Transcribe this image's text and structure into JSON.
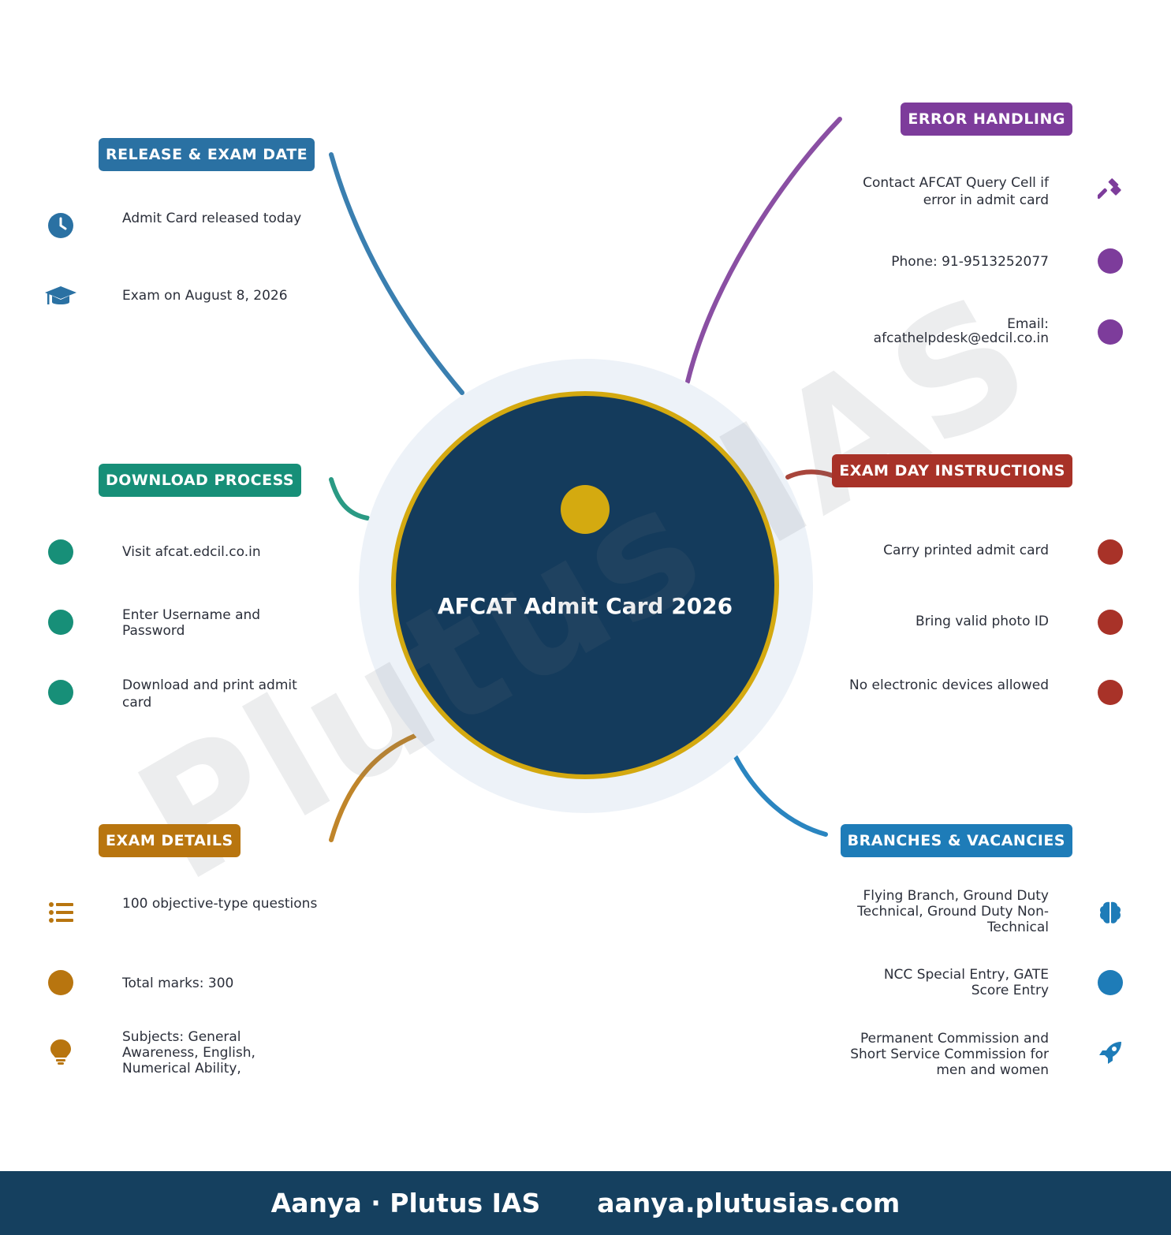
{
  "title": "AFCAT Admit Card 2026",
  "watermark": "Plutus IAS",
  "colors": {
    "hub_fill": "#143b5c",
    "hub_ring": "#d4a910",
    "halo": "#edf2f8",
    "release": "#2a71a3",
    "download": "#178f78",
    "exam_details": "#b8750f",
    "error": "#7d3c9b",
    "instructions": "#a83228",
    "branches": "#1e7cb8",
    "footer": "#15405f"
  },
  "sections": {
    "release": {
      "label": "RELEASE & EXAM DATE",
      "items": [
        {
          "text": "Admit Card released today",
          "icon": "clock-icon"
        },
        {
          "text": "Exam on August 8, 2026",
          "icon": "graduation-cap-icon"
        }
      ]
    },
    "download": {
      "label": "DOWNLOAD PROCESS",
      "items": [
        {
          "text": "Visit afcat.edcil.co.in",
          "icon": "dot-icon"
        },
        {
          "text": "Enter Username and Password",
          "icon": "dot-icon"
        },
        {
          "text": "Download and print admit card",
          "icon": "dot-icon"
        }
      ]
    },
    "exam_details": {
      "label": "EXAM DETAILS",
      "items": [
        {
          "text": "100 objective-type questions",
          "icon": "list-icon"
        },
        {
          "text": "Total marks: 300",
          "icon": "dot-icon"
        },
        {
          "text": "Subjects: General Awareness, English, Numerical Ability,",
          "icon": "lightbulb-icon"
        }
      ]
    },
    "error": {
      "label": "ERROR HANDLING",
      "items": [
        {
          "text": "Contact AFCAT Query Cell if error in admit card",
          "icon": "gavel-icon"
        },
        {
          "text": "Phone: 91-9513252077",
          "icon": "dot-icon"
        },
        {
          "text": "Email: afcathelpdesk@edcil.co.in",
          "icon": "dot-icon"
        }
      ]
    },
    "instructions": {
      "label": "EXAM DAY INSTRUCTIONS",
      "items": [
        {
          "text": "Carry printed admit card",
          "icon": "dot-icon"
        },
        {
          "text": "Bring valid photo ID",
          "icon": "dot-icon"
        },
        {
          "text": "No electronic devices allowed",
          "icon": "dot-icon"
        }
      ]
    },
    "branches": {
      "label": "BRANCHES & VACANCIES",
      "items": [
        {
          "text": "Flying Branch, Ground Duty Technical, Ground Duty Non-Technical",
          "icon": "brain-icon"
        },
        {
          "text": "NCC Special Entry, GATE Score Entry",
          "icon": "dot-icon"
        },
        {
          "text": "Permanent Commission and Short Service Commission for men and women",
          "icon": "rocket-icon"
        }
      ]
    }
  },
  "footer": {
    "left": "Aanya · Plutus IAS",
    "right": "aanya.plutusias.com"
  }
}
